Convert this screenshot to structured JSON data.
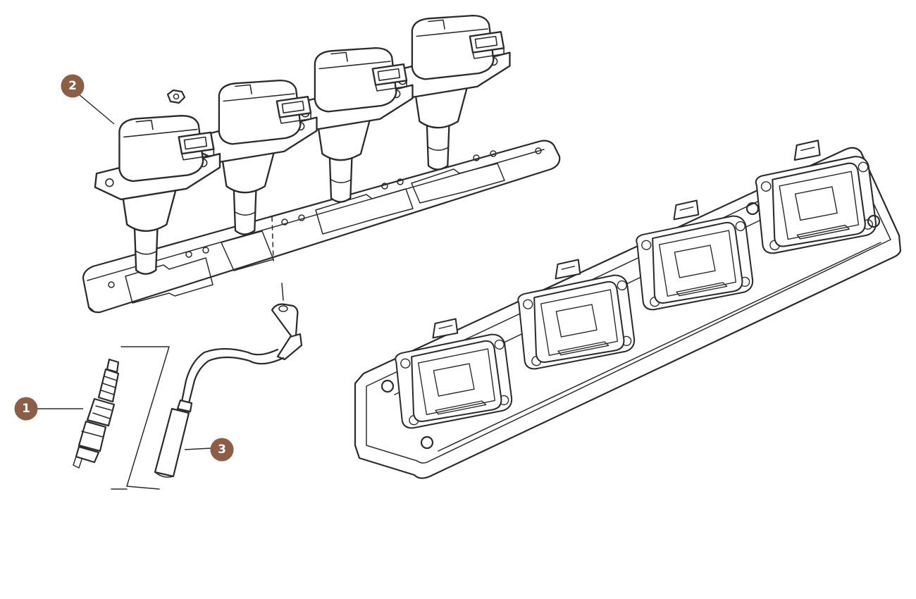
{
  "callouts": [
    {
      "id": "1",
      "label": "1"
    },
    {
      "id": "2",
      "label": "2"
    },
    {
      "id": "3",
      "label": "3"
    }
  ],
  "colors": {
    "callout_fill": "#8b5e45",
    "line": "#2b2b2b",
    "background": "#ffffff"
  },
  "icons": [
    "spark-plug-icon",
    "ignition-coil-icon",
    "coil-cover-icon",
    "ht-lead-icon"
  ]
}
